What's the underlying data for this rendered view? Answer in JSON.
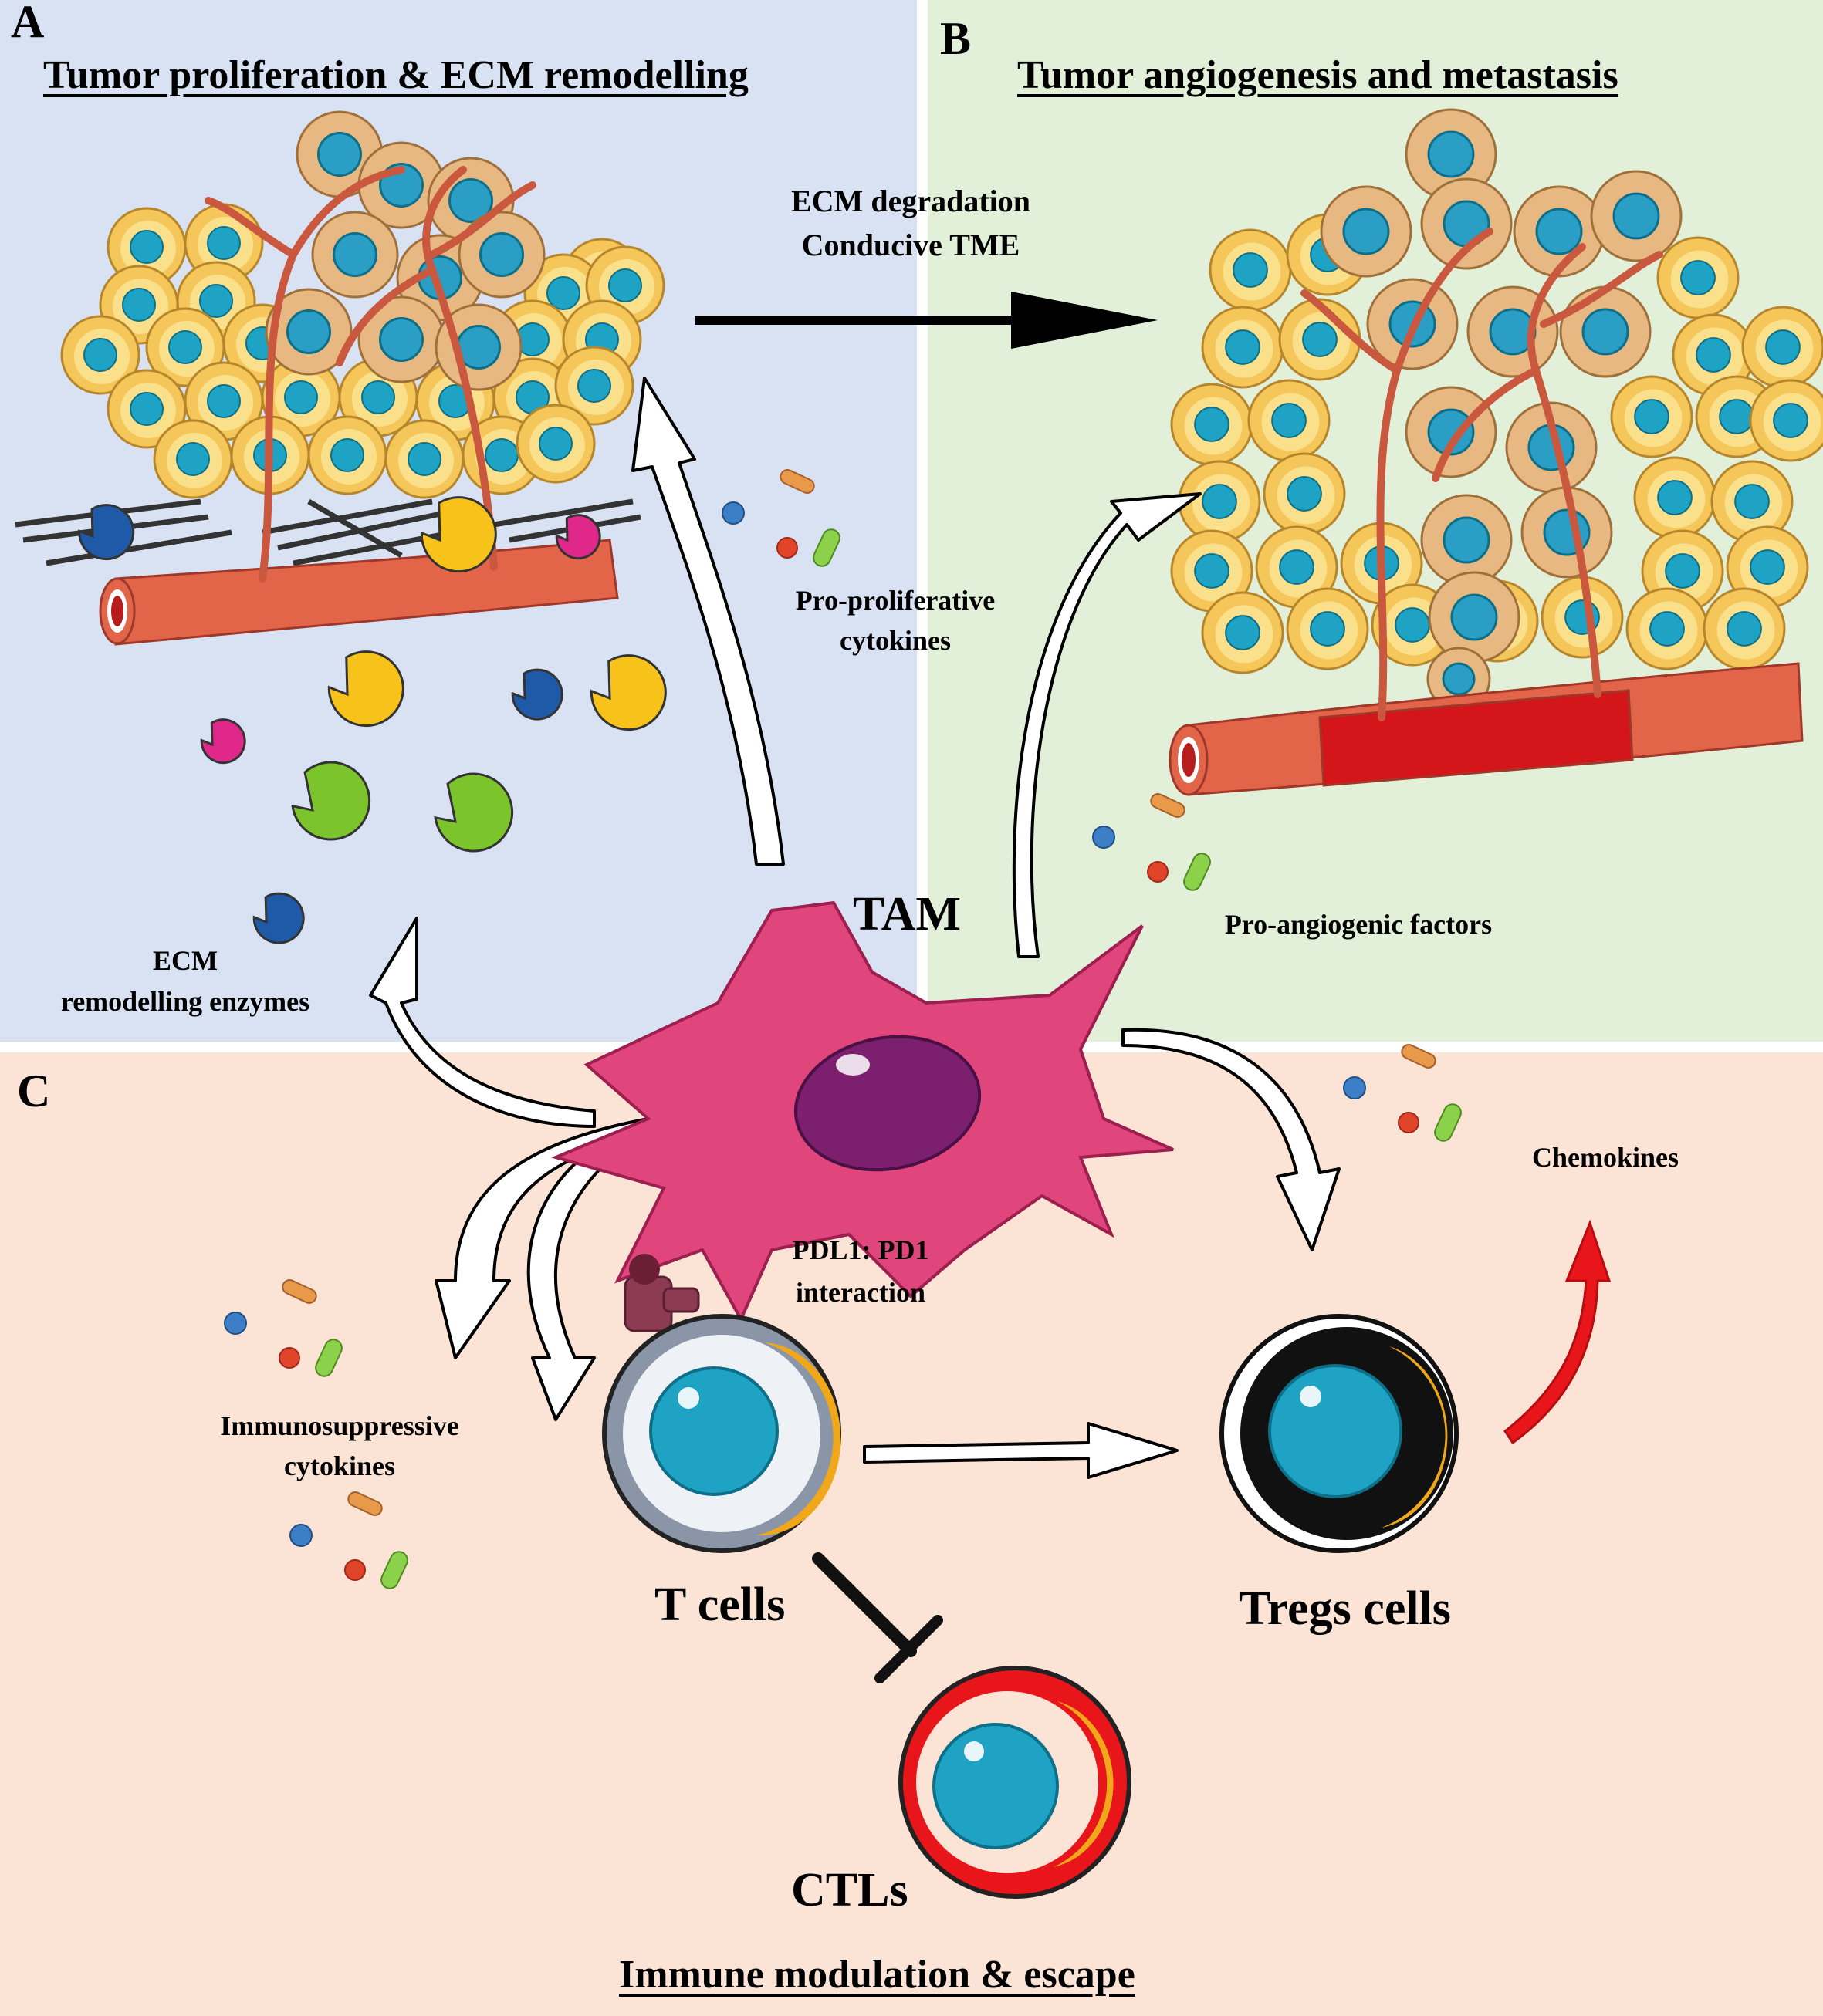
{
  "panels": {
    "a": {
      "letter": "A",
      "title": "Tumor  proliferation  & ECM remodelling",
      "color": "#d9e2f3"
    },
    "b": {
      "letter": "B",
      "title": "Tumor  angiogenesis and metastasis",
      "color": "#e2efd9"
    },
    "c": {
      "letter": "C",
      "title": "Immune  modulation  & escape",
      "color": "#fbe4d5"
    }
  },
  "labels": {
    "ecm_degradation": "ECM degradation",
    "conducive_tme": "Conducive TME",
    "pro_proliferative_1": "Pro-proliferative",
    "pro_proliferative_2": "cytokines",
    "ecm_enzymes_1": "ECM",
    "ecm_enzymes_2": "remodelling  enzymes",
    "tam": "TAM",
    "pro_angiogenic": "Pro-angiogenic factors",
    "chemokines": "Chemokines",
    "pdl1_1": "PDL1: PD1",
    "pdl1_2": "interaction",
    "immunosuppressive_1": "Immunosuppressive",
    "immunosuppressive_2": "cytokines",
    "t_cells": "T cells",
    "tregs_cells": "Tregs cells",
    "ctls": "CTLs"
  },
  "colors": {
    "tumor_cell": "#f5c65a",
    "nucleus": "#1fa3c4",
    "tam_cell": "#e0457b",
    "tam_nucleus": "#7b1f6e",
    "vessel": "#e2654a",
    "ctl_ring": "#e8151a",
    "treg_ring": "#111111",
    "tcell_ring": "#8a96a8",
    "enzyme_yellow": "#f7c21a",
    "enzyme_green": "#7cc42b",
    "enzyme_blue": "#1e5aa8",
    "enzyme_magenta": "#e0288a",
    "red_arrow": "#e8151a"
  }
}
